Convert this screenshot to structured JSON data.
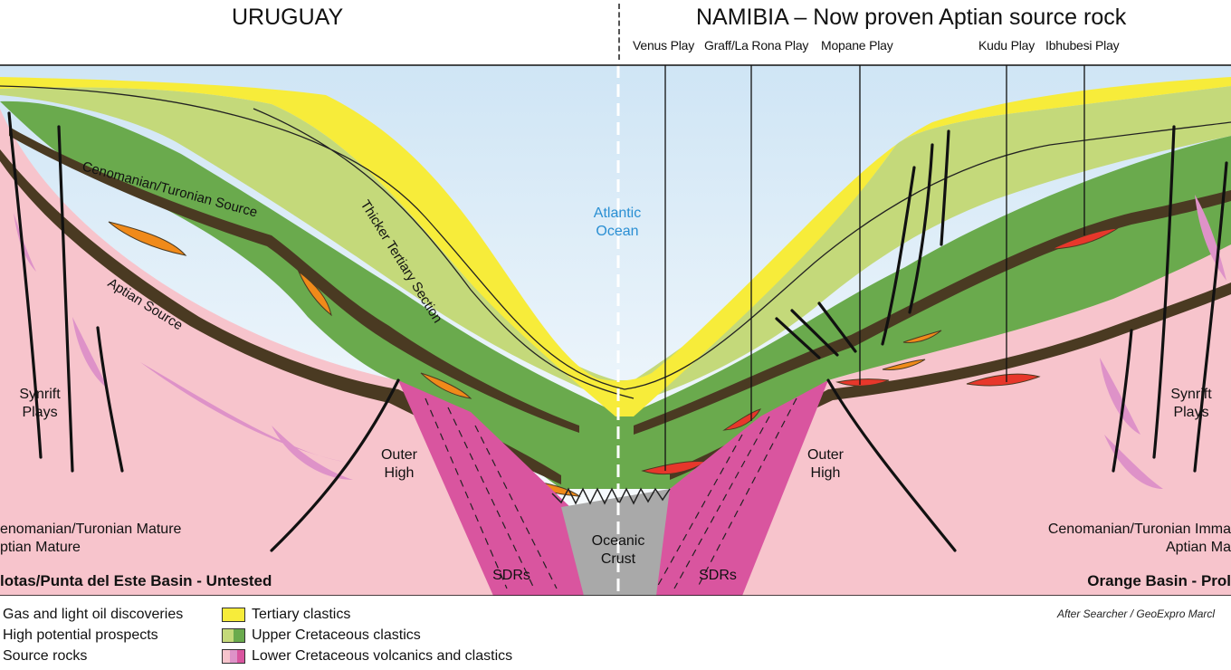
{
  "header": {
    "left_title": "URUGUAY",
    "right_title": "NAMIBIA – Now proven Aptian source rock",
    "plays": [
      "Venus Play",
      "Graff/La Rona Play",
      "Mopane Play",
      "Kudu Play",
      "Ibhubesi Play"
    ]
  },
  "section": {
    "ocean_label_1": "Atlantic",
    "ocean_label_2": "Ocean",
    "cenomanian_source": "Cenomanian/Turonian Source",
    "aptian_source": "Aptian Source",
    "tertiary_section": "Thicker Tertiary Section",
    "synrift_left_1": "Synrift",
    "synrift_left_2": "Plays",
    "synrift_right_1": "Synrift",
    "synrift_right_2": "Plays",
    "outer_high_left_1": "Outer",
    "outer_high_left_2": "High",
    "outer_high_right_1": "Outer",
    "outer_high_right_2": "High",
    "oceanic_crust_1": "Oceanic",
    "oceanic_crust_2": "Crust",
    "sdrs_left": "SDRs",
    "sdrs_right": "SDRs",
    "mature_left_1": "enomanian/Turonian Mature",
    "mature_left_2": "ptian Mature",
    "immature_right_1": "Cenomanian/Turonian Imma",
    "immature_right_2": "Aptian Ma",
    "basin_left": "lotas/Punta del Este Basin - Untested",
    "basin_right": "Orange Basin - Prol"
  },
  "legend": {
    "gas": "Gas and light oil discoveries",
    "prospects": "High potential prospects",
    "source": "Source rocks",
    "tertiary": "Tertiary clastics",
    "upper_cret": "Upper Cretaceous clastics",
    "lower_cret": "Lower Cretaceous volcanics and clastics"
  },
  "credit": "After Searcher / GeoExpro Marcl",
  "colors": {
    "tertiary": "#f7ec3a",
    "upper_cret_light": "#c4d97a",
    "upper_cret_dark": "#6aaa4d",
    "lower_cret_pink": "#f7c4cc",
    "lower_cret_magenta": "#d9559f",
    "lower_cret_violet": "#de92c8",
    "source_rock": "#4a3a22",
    "oil": "#f08a1a",
    "prospect": "#e7372b",
    "ocean_top": "#cfe5f5",
    "ocean_label": "#2a8fd3"
  }
}
